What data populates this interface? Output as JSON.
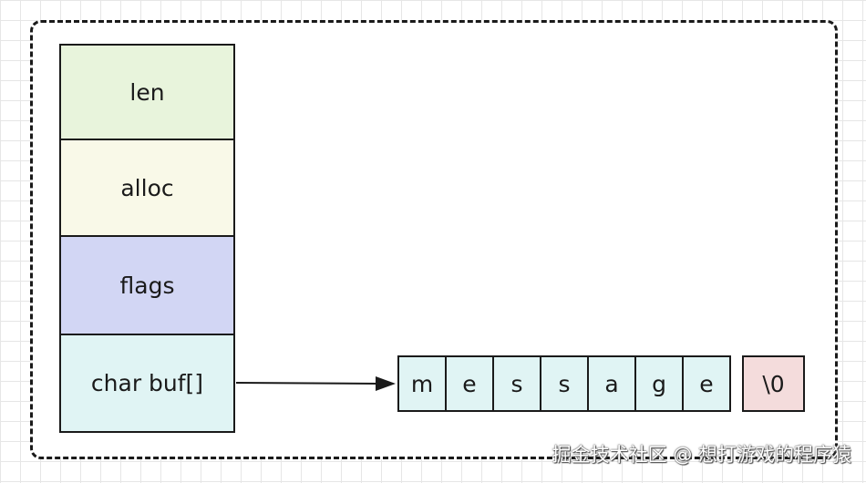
{
  "struct_fields": [
    {
      "label": "len",
      "color": "#e8f4dc"
    },
    {
      "label": "alloc",
      "color": "#f9f9e8"
    },
    {
      "label": "flags",
      "color": "#d2d6f4"
    },
    {
      "label": "char buf[]",
      "color": "#e0f4f4"
    }
  ],
  "buffer": {
    "chars": [
      "m",
      "e",
      "s",
      "s",
      "a",
      "g",
      "e"
    ],
    "cell_color": "#e0f4f4",
    "terminator": "\\0",
    "terminator_color": "#f4dcdc"
  },
  "watermark": "掘金技术社区 @ 想打游戏的程序猿"
}
